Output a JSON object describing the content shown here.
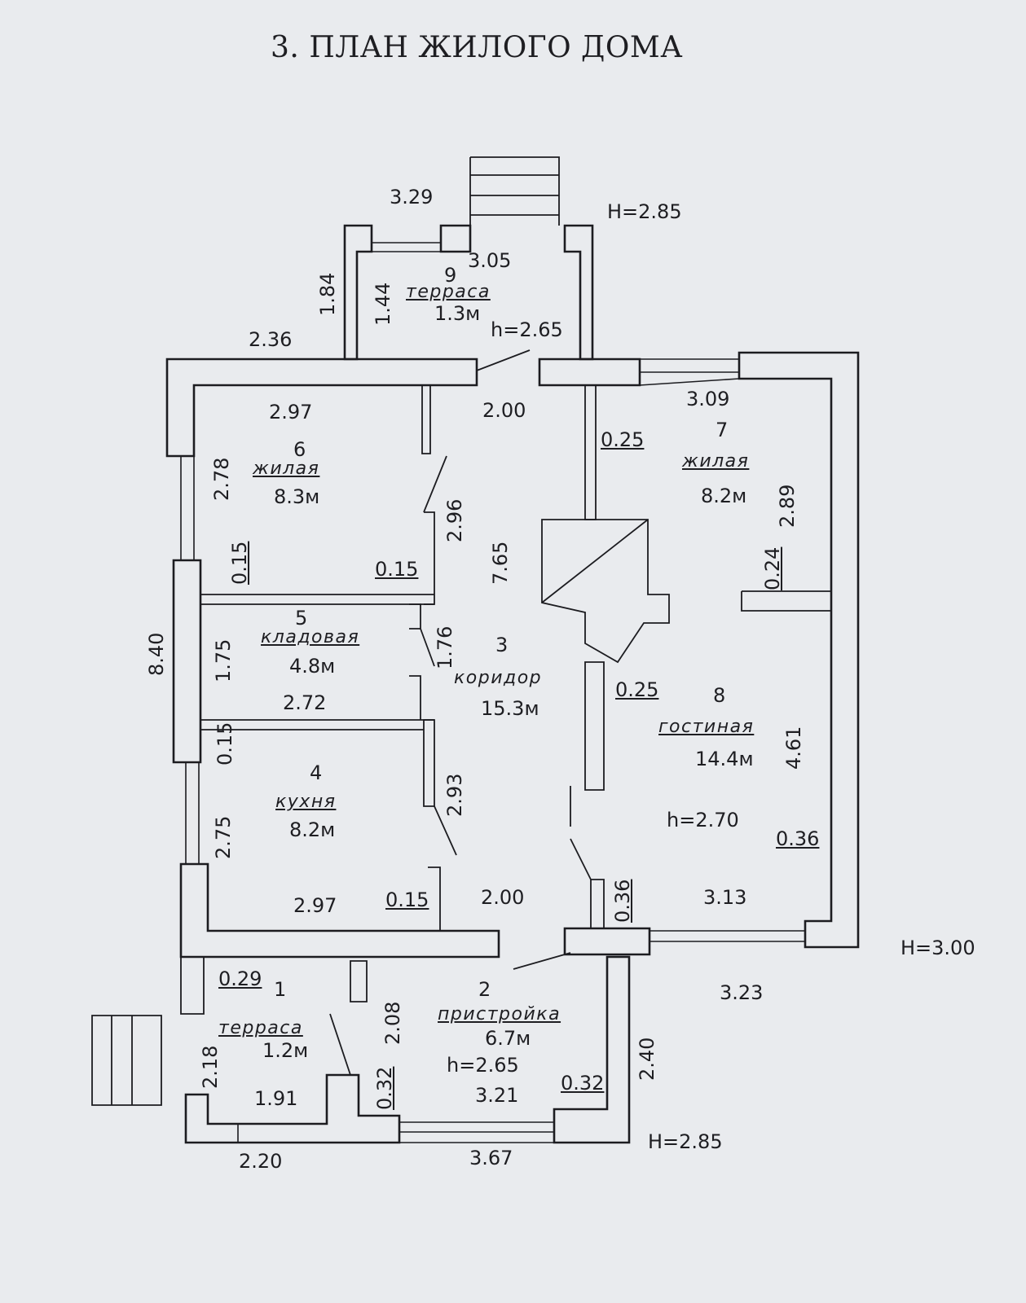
{
  "title": "3. ПЛАН ЖИЛОГО ДОМА",
  "rooms": [
    {
      "num": "1",
      "name": "терраса",
      "area": "1.2м"
    },
    {
      "num": "2",
      "name": "пристройка",
      "area": "6.7м",
      "height": "h=2.65"
    },
    {
      "num": "3",
      "name": "коридор",
      "area": "15.3м"
    },
    {
      "num": "4",
      "name": "кухня",
      "area": "8.2м"
    },
    {
      "num": "5",
      "name": "кладовая",
      "area": "4.8м"
    },
    {
      "num": "6",
      "name": "жилая",
      "area": "8.3м"
    },
    {
      "num": "7",
      "name": "жилая",
      "area": "8.2м"
    },
    {
      "num": "8",
      "name": "гостиная",
      "area": "14.4м",
      "height": "h=2.70"
    },
    {
      "num": "9",
      "name": "терраса",
      "area": "1.3м",
      "height": "h=2.65"
    }
  ],
  "heights": {
    "top": "H=2.85",
    "right": "H=3.00",
    "bottom": "H=2.85"
  },
  "dims": {
    "d_329": "3.29",
    "d_305": "3.05",
    "d_184": "1.84",
    "d_144": "1.44",
    "d_236": "2.36",
    "d_297_top": "2.97",
    "d_200_top": "2.00",
    "d_025_a": "0.25",
    "d_309": "3.09",
    "d_278": "2.78",
    "d_296": "2.96",
    "d_289": "2.89",
    "d_015_a": "0.15",
    "d_015_b": "0.15",
    "d_765": "7.65",
    "d_024": "0.24",
    "d_840": "8.40",
    "d_175": "1.75",
    "d_176": "1.76",
    "d_272": "2.72",
    "d_025_b": "0.25",
    "d_015_c": "0.15",
    "d_293": "2.93",
    "d_461": "4.61",
    "d_275": "2.75",
    "d_036_a": "0.36",
    "d_297_bot": "2.97",
    "d_015_d": "0.15",
    "d_200_bot": "2.00",
    "d_036_b": "0.36",
    "d_313": "3.13",
    "d_029": "0.29",
    "d_323": "3.23",
    "d_208": "2.08",
    "d_218": "2.18",
    "d_032_a": "0.32",
    "d_240": "2.40",
    "d_191": "1.91",
    "d_321": "3.21",
    "d_032_b": "0.32",
    "d_220": "2.20",
    "d_367": "3.67"
  }
}
